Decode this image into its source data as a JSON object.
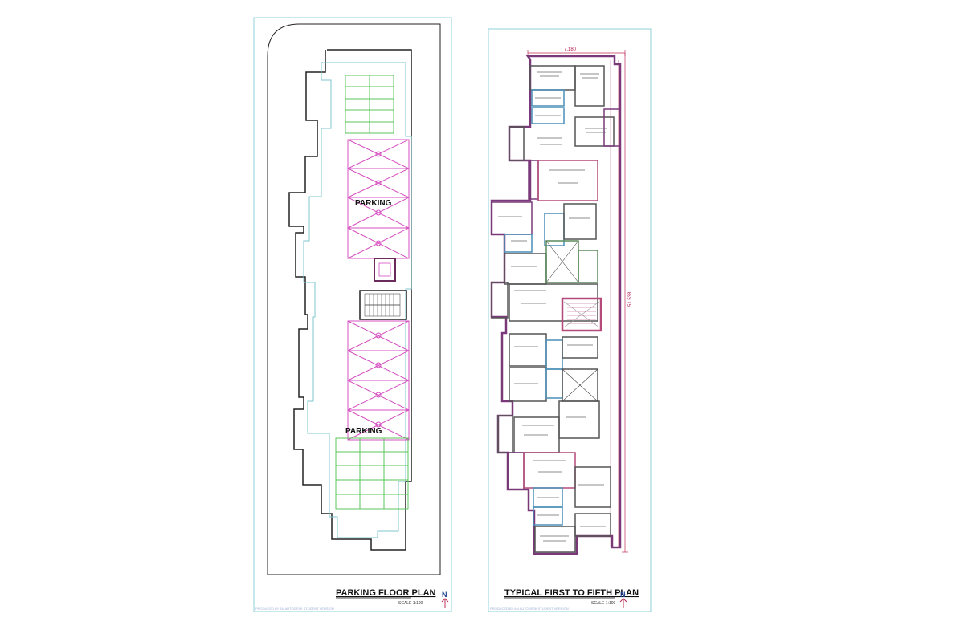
{
  "left_sheet": {
    "title": "PARKING FLOOR PLAN",
    "scale": "SCALE 1:100",
    "parking_labels": [
      "PARKING",
      "PARKING"
    ],
    "north_label": "N",
    "footer_text": "PRODUCED BY AN AUTODESK STUDENT VERSION"
  },
  "right_sheet": {
    "title": "TYPICAL FIRST TO FIFTH PLAN",
    "scale": "SCALE 1:100",
    "dimension_width": "7.180",
    "dimension_length": "51.538",
    "north_label": "N",
    "footer_text": "PRODUCED BY AN AUTODESK STUDENT VERSION"
  },
  "colors": {
    "border": "#8fd3dc",
    "outline_dark": "#222222",
    "outline_teal": "#7fc6cc",
    "parking_magenta": "#d64fc0",
    "two_wheeler_green": "#5cc65a",
    "wall_purple": "#7a3a7a",
    "wall_rose": "#b54a7a",
    "wall_teal": "#4b8fb8",
    "dim_pink": "#c0305a"
  }
}
